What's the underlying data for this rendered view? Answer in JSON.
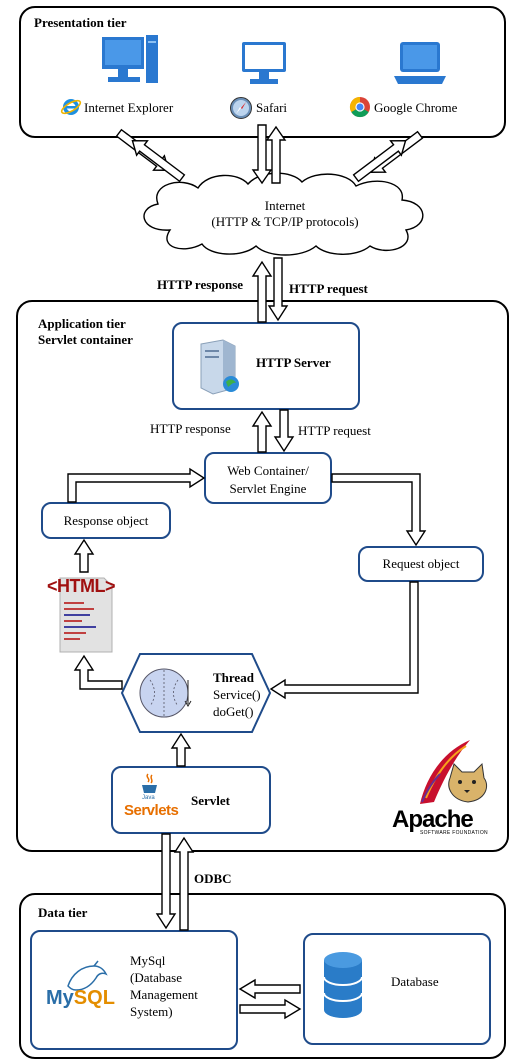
{
  "presentation": {
    "title": "Presentation tier",
    "browsers": [
      {
        "name": "Internet Explorer",
        "icon": "internet-explorer-icon"
      },
      {
        "name": "Safari",
        "icon": "safari-icon"
      },
      {
        "name": "Google Chrome",
        "icon": "chrome-icon"
      }
    ]
  },
  "internet": {
    "line1": "Internet",
    "line2": "(HTTP & TCP/IP protocols)"
  },
  "top_flow": {
    "response": "HTTP response",
    "request": "HTTP request"
  },
  "application": {
    "title_line1": "Application tier",
    "title_line2": "Servlet container",
    "http_server": "HTTP Server",
    "server_response": "HTTP response",
    "server_request": "HTTP request",
    "web_container_line1": "Web Container/",
    "web_container_line2": "Servlet Engine",
    "response_object": "Response object",
    "request_object": "Request object",
    "html_logo": "<HTML>",
    "thread_line1": "Thread",
    "thread_line2": "Service()",
    "thread_line3": "doGet()",
    "servlet": "Servlet",
    "java_logo": "Java",
    "servlets_logo": "Servlets",
    "apache_logo": "Apache",
    "apache_sub": "SOFTWARE FOUNDATION"
  },
  "odbc": "ODBC",
  "data": {
    "title": "Data tier",
    "mysql_line1": "MySql",
    "mysql_line2": "(Database",
    "mysql_line3": "Management",
    "mysql_line4": "System)",
    "mysql_logo": "MySQL",
    "database": "Database"
  },
  "colors": {
    "box_border": "#1f4b8a",
    "monitor_blue": "#2a78d0",
    "mysql_blue": "#2a6ea8",
    "mysql_orange": "#e48e00",
    "java_orange": "#e76f00"
  }
}
